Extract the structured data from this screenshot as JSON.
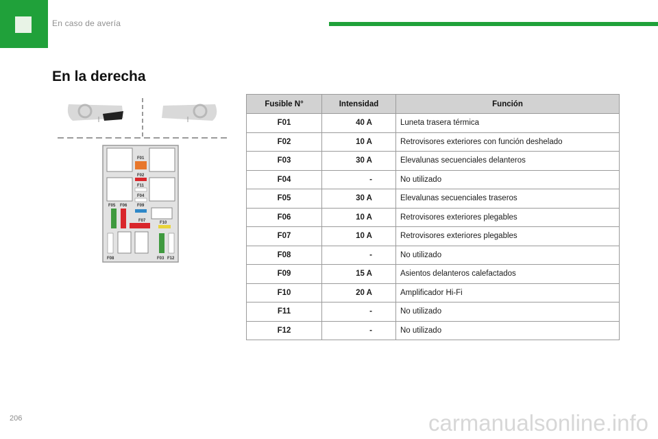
{
  "header": {
    "section": "En caso de avería"
  },
  "page": {
    "title": "En la derecha",
    "number": "206"
  },
  "diagram": {
    "labels": [
      "F01",
      "F02",
      "F11",
      "F04",
      "F05",
      "F06",
      "F09",
      "F07",
      "F10",
      "F08",
      "F03",
      "F12"
    ],
    "colors": {
      "orange": "#e8772b",
      "red": "#d9262b",
      "green": "#3f9a3f",
      "blue": "#2f88c8",
      "yellow": "#e9d43a"
    }
  },
  "table": {
    "headers": [
      "Fusible N°",
      "Intensidad",
      "Función"
    ],
    "rows": [
      [
        "F01",
        "40 A",
        "Luneta trasera térmica"
      ],
      [
        "F02",
        "10 A",
        "Retrovisores exteriores con función deshelado"
      ],
      [
        "F03",
        "30 A",
        "Elevalunas secuenciales delanteros"
      ],
      [
        "F04",
        "-",
        "No utilizado"
      ],
      [
        "F05",
        "30 A",
        "Elevalunas secuenciales traseros"
      ],
      [
        "F06",
        "10 A",
        "Retrovisores exteriores plegables"
      ],
      [
        "F07",
        "10 A",
        "Retrovisores exteriores plegables"
      ],
      [
        "F08",
        "-",
        "No utilizado"
      ],
      [
        "F09",
        "15 A",
        "Asientos delanteros calefactados"
      ],
      [
        "F10",
        "20 A",
        "Amplificador Hi-Fi"
      ],
      [
        "F11",
        "-",
        "No utilizado"
      ],
      [
        "F12",
        "-",
        "No utilizado"
      ]
    ]
  },
  "footer": {
    "watermark": "carmanualsonline.info"
  }
}
